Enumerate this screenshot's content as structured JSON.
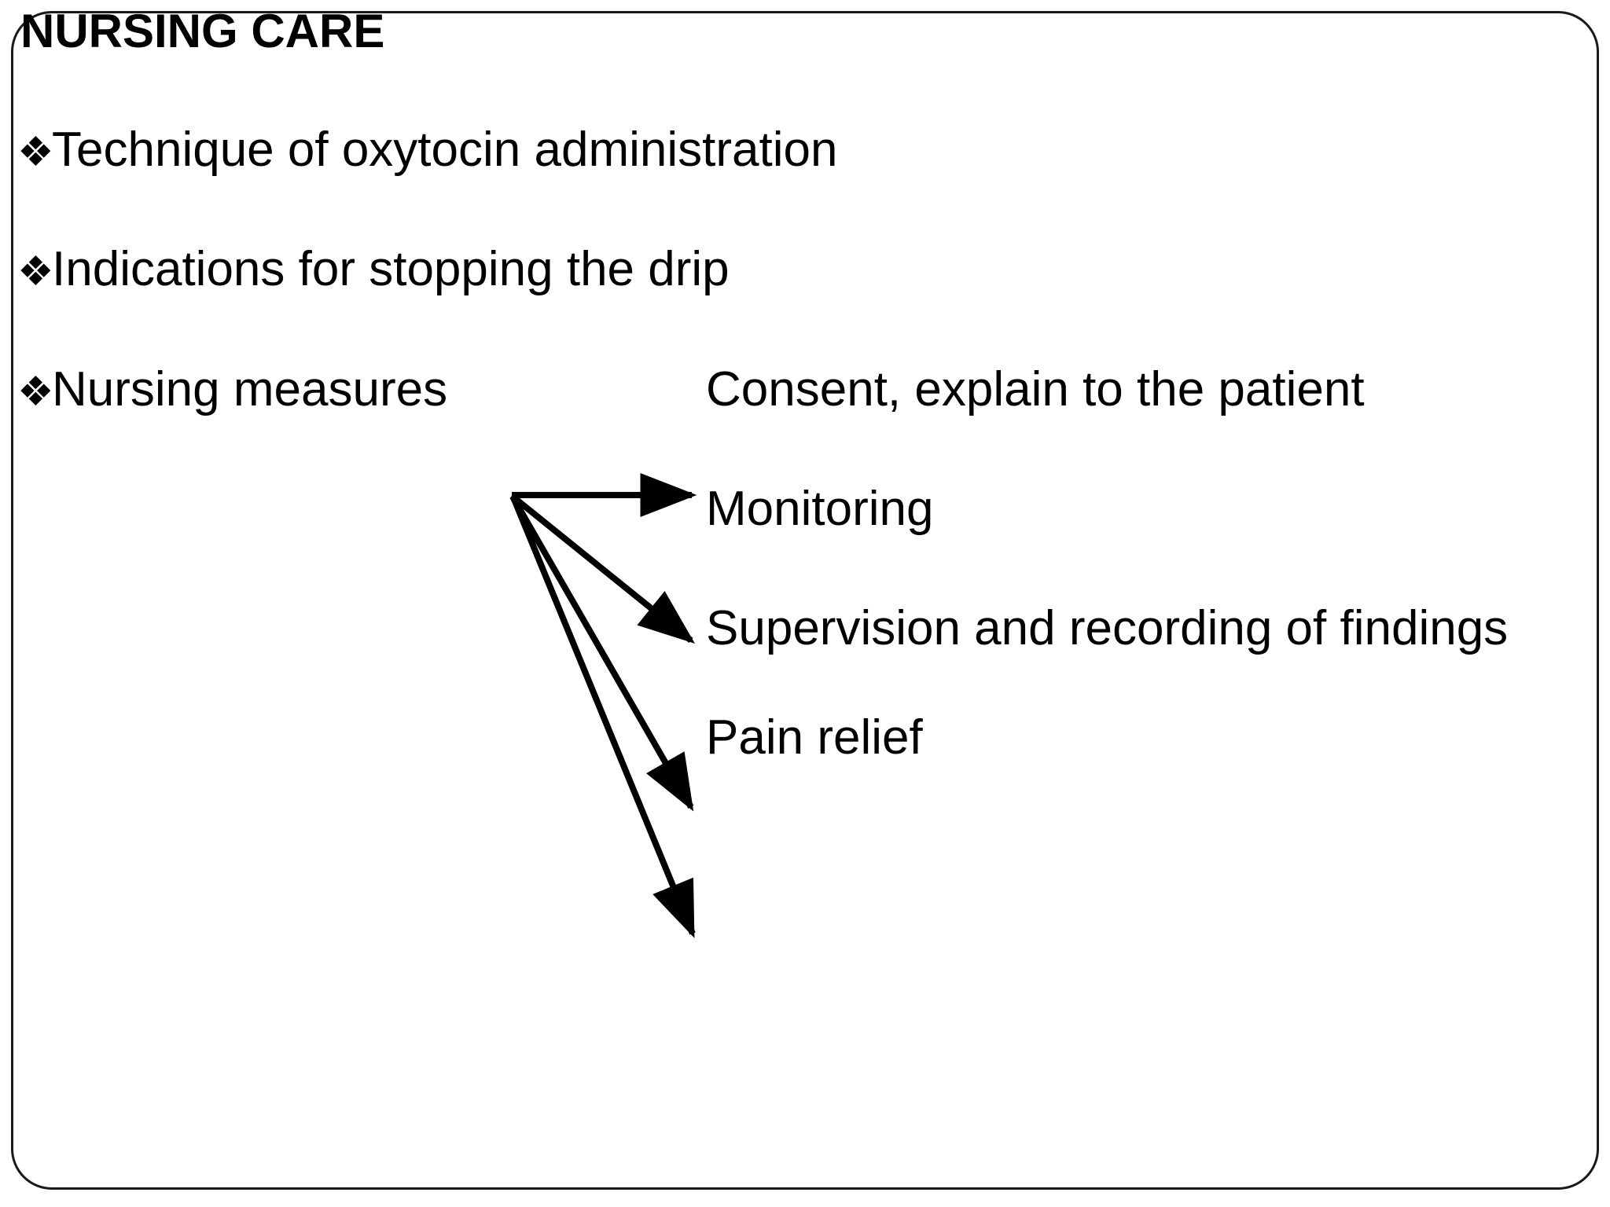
{
  "slide": {
    "title": "NURSING CARE",
    "background_color": "#ffffff",
    "text_color": "#000000",
    "border_color": "#1a1a1a"
  },
  "bullets": [
    {
      "glyph": "❖",
      "text": "Technique of oxytocin administration"
    },
    {
      "glyph": "❖",
      "text": "Indications for stopping the drip"
    },
    {
      "glyph": "❖",
      "text": "Nursing measures"
    }
  ],
  "branches": [
    {
      "label": "Consent, explain to the patient"
    },
    {
      "label": "Monitoring"
    },
    {
      "label": "Supervision and recording of findings"
    },
    {
      "label": "Pain relief"
    }
  ]
}
